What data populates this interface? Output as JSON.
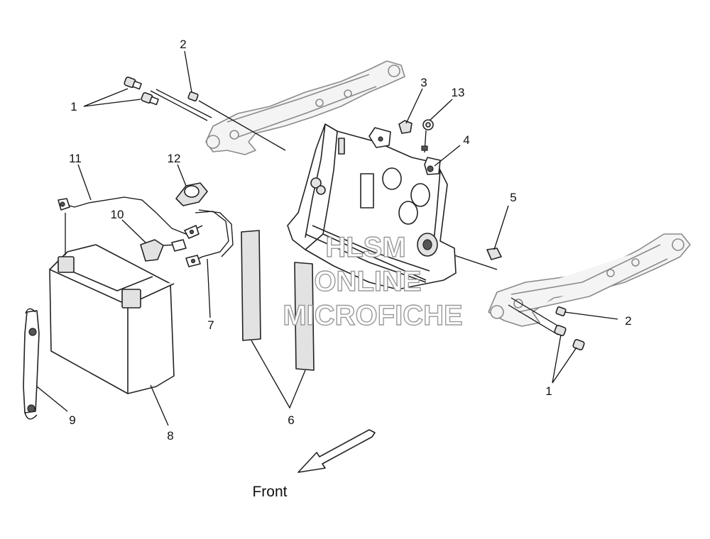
{
  "diagram": {
    "callouts": [
      {
        "id": "c1a",
        "label": "1"
      },
      {
        "id": "c2a",
        "label": "2"
      },
      {
        "id": "c3",
        "label": "3"
      },
      {
        "id": "c13",
        "label": "13"
      },
      {
        "id": "c4",
        "label": "4"
      },
      {
        "id": "c11",
        "label": "11"
      },
      {
        "id": "c12",
        "label": "12"
      },
      {
        "id": "c10",
        "label": "10"
      },
      {
        "id": "c5",
        "label": "5"
      },
      {
        "id": "c2b",
        "label": "2"
      },
      {
        "id": "c1b",
        "label": "1"
      },
      {
        "id": "c7",
        "label": "7"
      },
      {
        "id": "c6",
        "label": "6"
      },
      {
        "id": "c8",
        "label": "8"
      },
      {
        "id": "c9",
        "label": "9"
      }
    ],
    "direction_label": "Front",
    "watermark": [
      "HLSM",
      "ONLINE",
      "MICROFICHE"
    ]
  },
  "colors": {
    "line": "#222222",
    "frame_outline": "#8a8a8a",
    "watermark_outline": "#9a9a9a",
    "background": "#ffffff"
  }
}
